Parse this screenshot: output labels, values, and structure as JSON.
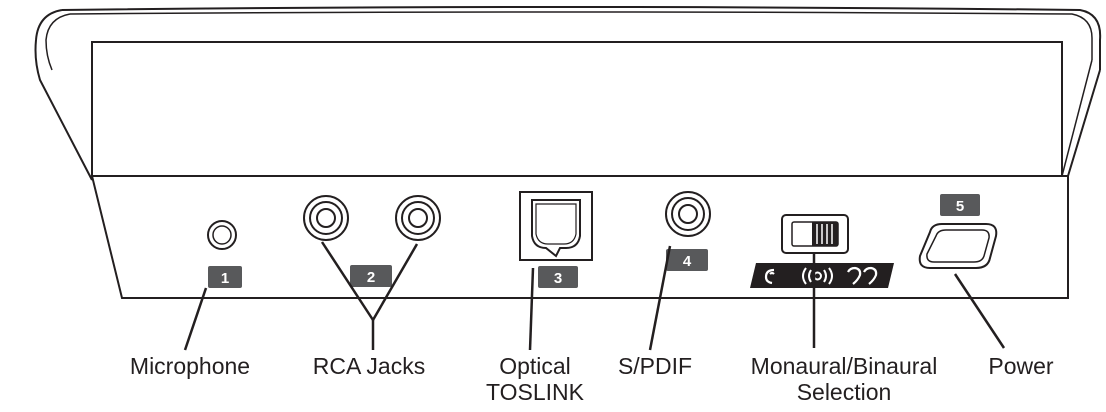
{
  "labels": {
    "microphone": "Microphone",
    "rca_jacks": "RCA Jacks",
    "optical_line1": "Optical",
    "optical_line2": "TOSLINK",
    "spdif": "S/PDIF",
    "mono_binaural_line1": "Monaural/Binaural",
    "mono_binaural_line2": "Selection",
    "power": "Power"
  },
  "badges": {
    "b1": "1",
    "b2": "2",
    "b3": "3",
    "b4": "4",
    "b5": "5"
  },
  "colors": {
    "stroke": "#231f20",
    "badge": "#58595b",
    "device_fill": "#ffffff"
  }
}
